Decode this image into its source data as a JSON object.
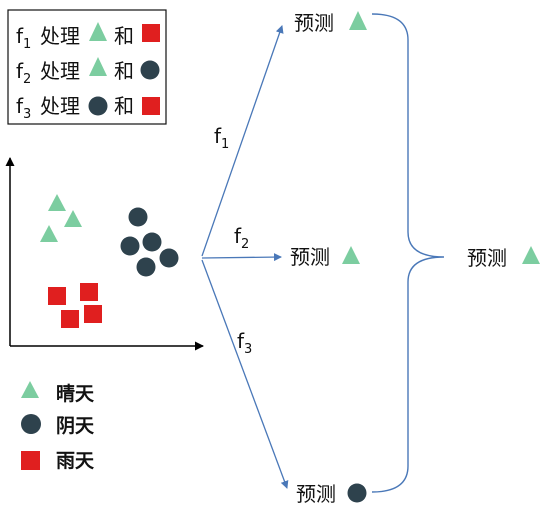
{
  "colors": {
    "triangle": "#7ccda0",
    "circle": "#2e424d",
    "square": "#e01f1f",
    "arrow": "#4a78b8",
    "brace": "#4a78b8",
    "axis": "#000000"
  },
  "legend_box": {
    "rows": [
      {
        "func": "f",
        "sub": "1",
        "text": "处理",
        "conj": "和",
        "shape_a": "triangle",
        "shape_b": "square"
      },
      {
        "func": "f",
        "sub": "2",
        "text": "处理",
        "conj": "和",
        "shape_a": "triangle",
        "shape_b": "circle"
      },
      {
        "func": "f",
        "sub": "3",
        "text": "处理",
        "conj": "和",
        "shape_a": "circle",
        "shape_b": "square"
      }
    ]
  },
  "legend_bottom": {
    "sunny": "晴天",
    "cloudy": "阴天",
    "rainy": "雨天"
  },
  "arrows": {
    "f1": {
      "func": "f",
      "sub": "1"
    },
    "f2": {
      "func": "f",
      "sub": "2"
    },
    "f3": {
      "func": "f",
      "sub": "3"
    }
  },
  "predictions": {
    "top": {
      "label": "预测",
      "shape": "triangle"
    },
    "middle": {
      "label": "预测",
      "shape": "triangle"
    },
    "bottom": {
      "label": "预测",
      "shape": "circle"
    }
  },
  "final": {
    "label": "预测",
    "shape": "triangle"
  }
}
